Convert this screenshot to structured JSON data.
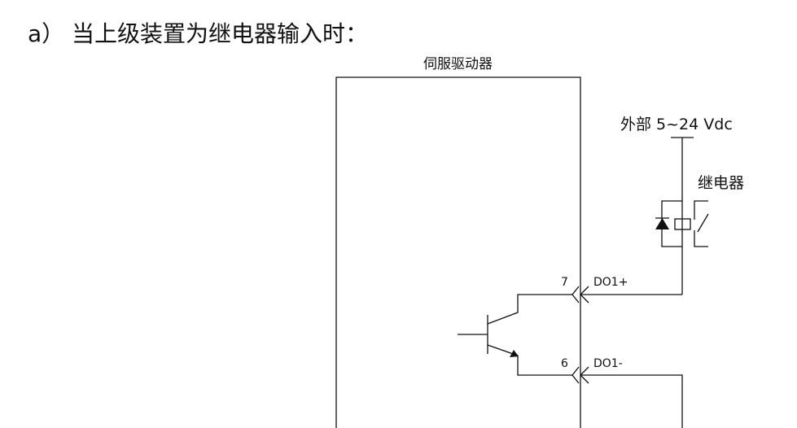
{
  "heading": "a） 当上级装置为继电器输入时：",
  "driver_label": "伺服驱动器",
  "supply_label": "外部 5~24 Vdc",
  "relay_label": "继电器",
  "pins": [
    {
      "number": "7",
      "signal": "DO1+"
    },
    {
      "number": "6",
      "signal": "DO1-"
    }
  ]
}
